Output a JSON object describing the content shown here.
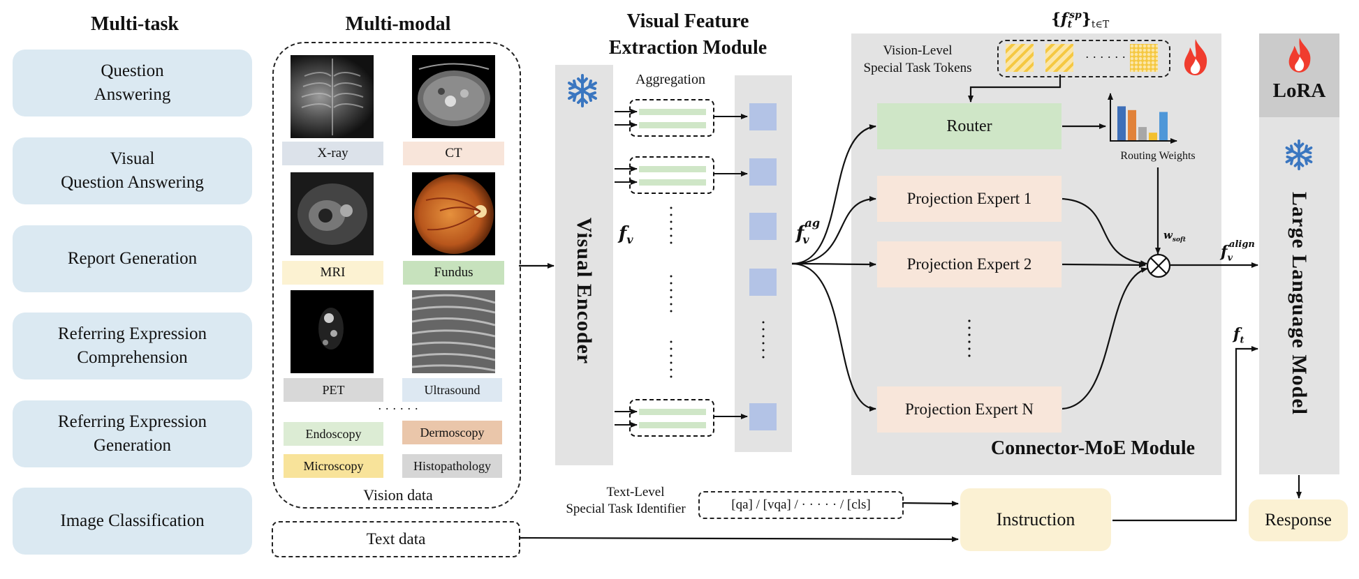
{
  "headings": {
    "multi_task": "Multi-task",
    "multi_modal": "Multi-modal",
    "visual_feature_line1": "Visual Feature",
    "visual_feature_line2": "Extraction Module"
  },
  "tasks": [
    "Question\nAnswering",
    "Visual\nQuestion Answering",
    "Report Generation",
    "Referring Expression\nComprehension",
    "Referring Expression\nGeneration",
    "Image Classification"
  ],
  "modalities": {
    "xray": "X-ray",
    "ct": "CT",
    "mri": "MRI",
    "fundus": "Fundus",
    "pet": "PET",
    "ultrasound": "Ultrasound",
    "ellipsis": "· · · · · ·",
    "endoscopy": "Endoscopy",
    "dermoscopy": "Dermoscopy",
    "microscopy": "Microscopy",
    "histopathology": "Histopathology",
    "vision_data": "Vision data"
  },
  "text_data": "Text data",
  "visual_encoder": "Visual  Encoder",
  "aggregation": "Aggregation",
  "f_v": "f",
  "f_v_sub": "v",
  "f_v_ag_sup": "ag",
  "vision_level_line1": "Vision-Level",
  "vision_level_line2": "Special Task Tokens",
  "token_set_label": "{f",
  "token_set_sup": "sp",
  "token_set_tail": "}",
  "token_set_sub": "t∈T",
  "router": "Router",
  "routing_weights": "Routing Weights",
  "experts": [
    "Projection  Expert 1",
    "Projection  Expert 2",
    "Projection  Expert N"
  ],
  "w_soft": "w",
  "w_soft_sub": "soft",
  "f_align_sup": "align",
  "f_t": "f",
  "f_t_sub": "t",
  "connector_title": "Connector-MoE Module",
  "lora": "LoRA",
  "llm": "Large Language Model",
  "text_level_line1": "Text-Level",
  "text_level_line2": "Special Task Identifier",
  "identifiers": "[qa]  /  [vqa] /  · · · · ·  /  [cls]",
  "instruction": "Instruction",
  "response": "Response",
  "colors": {
    "task_bg": "#dbe9f2",
    "router_green": "#cfe6c7",
    "expert_peach": "#f8e6da",
    "yellow_box": "#fbf1d3",
    "panel_grey": "#e3e3e3",
    "feature_blue": "#b3c3e6",
    "flame": "#f03c2e",
    "snowflake": "#3a76c0",
    "bar_colors": [
      "#3e6fb8",
      "#e1823a",
      "#a7a7a7",
      "#f3c030",
      "#4e97d8"
    ]
  },
  "routing_weight_values": [
    0.9,
    0.8,
    0.35,
    0.2,
    0.75
  ]
}
